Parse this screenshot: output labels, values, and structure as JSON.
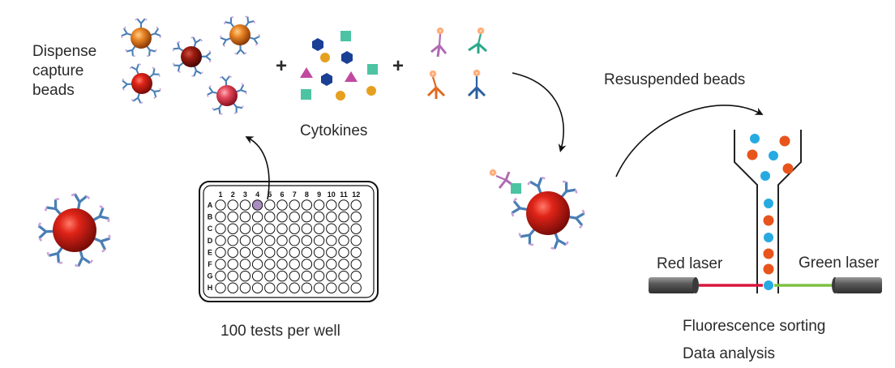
{
  "labels": {
    "dispense_line1": "Dispense",
    "dispense_line2": "capture",
    "dispense_line3": "beads",
    "plus": "+",
    "cytokines": "Cytokines",
    "tests_per_well": "100 tests per well",
    "resuspended": "Resuspended beads",
    "red_laser": "Red laser",
    "green_laser": "Green laser",
    "fluorescence_sorting": "Fluorescence sorting",
    "data_analysis": "Data analysis"
  },
  "plate": {
    "columns": [
      "1",
      "2",
      "3",
      "4",
      "5",
      "6",
      "7",
      "8",
      "9",
      "10",
      "11",
      "12"
    ],
    "rows": [
      "A",
      "B",
      "C",
      "D",
      "E",
      "F",
      "G",
      "H"
    ],
    "highlight_row": "A",
    "highlight_column": "4"
  },
  "colors": {
    "bead_red": "#d42020",
    "bead_orange": "#e07a20",
    "bead_dark_red": "#9e1a12",
    "bead_pink": "#e0485a",
    "antibody_blue": "#4a7fb5",
    "antibody_purple": "#b06ab3",
    "antibody_green": "#2aa98a",
    "antibody_orange": "#e06a20",
    "cytokine_navy": "#1a3f95",
    "cytokine_teal": "#4cc3a2",
    "cytokine_gold": "#e6a020",
    "cytokine_magenta": "#c04aa0",
    "dot_blue": "#27aae1",
    "dot_orange": "#e8541c",
    "red_laser_beam": "#d8163c",
    "green_laser_beam": "#7dc242",
    "laser_body": "#6d6d6d"
  }
}
